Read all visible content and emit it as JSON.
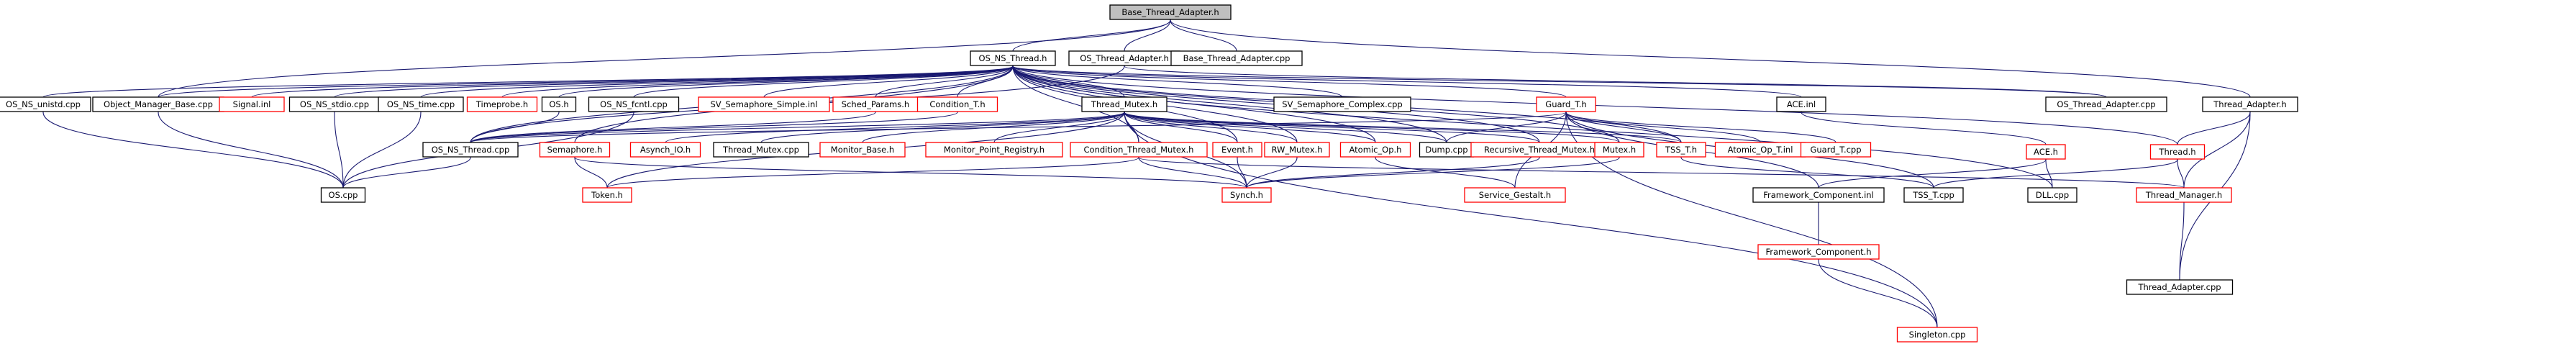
{
  "diagram": {
    "colors": {
      "documented": "#000000",
      "undocumented": "#ff0000",
      "root_fill": "#bfbfbf",
      "edge": "#191970"
    },
    "nodes": [
      {
        "id": "base_thread_adapter_h",
        "label": "Base_Thread_Adapter.h",
        "style": "root"
      },
      {
        "id": "os_ns_thread_h",
        "label": "OS_NS_Thread.h",
        "style": "documented"
      },
      {
        "id": "os_thread_adapter_h",
        "label": "OS_Thread_Adapter.h",
        "style": "documented"
      },
      {
        "id": "base_thread_adapter_cpp",
        "label": "Base_Thread_Adapter.cpp",
        "style": "documented"
      },
      {
        "id": "thread_adapter_h",
        "label": "Thread_Adapter.h",
        "style": "documented"
      },
      {
        "id": "os_ns_unistd_cpp",
        "label": "OS_NS_unistd.cpp",
        "style": "documented"
      },
      {
        "id": "object_manager_base_cpp",
        "label": "Object_Manager_Base.cpp",
        "style": "documented"
      },
      {
        "id": "signal_inl",
        "label": "Signal.inl",
        "style": "undocumented"
      },
      {
        "id": "os_ns_stdio_cpp",
        "label": "OS_NS_stdio.cpp",
        "style": "documented"
      },
      {
        "id": "os_ns_time_cpp",
        "label": "OS_NS_time.cpp",
        "style": "documented"
      },
      {
        "id": "timeprobe_h",
        "label": "Timeprobe.h",
        "style": "undocumented"
      },
      {
        "id": "os_h",
        "label": "OS.h",
        "style": "documented"
      },
      {
        "id": "os_ns_fcntl_cpp",
        "label": "OS_NS_fcntl.cpp",
        "style": "documented"
      },
      {
        "id": "sv_semaphore_simple_inl",
        "label": "SV_Semaphore_Simple.inl",
        "style": "undocumented"
      },
      {
        "id": "sched_params_h",
        "label": "Sched_Params.h",
        "style": "undocumented"
      },
      {
        "id": "condition_t_h",
        "label": "Condition_T.h",
        "style": "undocumented"
      },
      {
        "id": "thread_mutex_h",
        "label": "Thread_Mutex.h",
        "style": "documented"
      },
      {
        "id": "sv_semaphore_complex_cpp",
        "label": "SV_Semaphore_Complex.cpp",
        "style": "documented"
      },
      {
        "id": "guard_t_h",
        "label": "Guard_T.h",
        "style": "undocumented"
      },
      {
        "id": "ace_inl",
        "label": "ACE.inl",
        "style": "documented"
      },
      {
        "id": "os_thread_adapter_cpp",
        "label": "OS_Thread_Adapter.cpp",
        "style": "documented"
      },
      {
        "id": "os_ns_thread_cpp",
        "label": "OS_NS_Thread.cpp",
        "style": "documented"
      },
      {
        "id": "semaphore_h",
        "label": "Semaphore.h",
        "style": "undocumented"
      },
      {
        "id": "asynch_io_h",
        "label": "Asynch_IO.h",
        "style": "undocumented"
      },
      {
        "id": "thread_mutex_cpp",
        "label": "Thread_Mutex.cpp",
        "style": "documented"
      },
      {
        "id": "monitor_base_h",
        "label": "Monitor_Base.h",
        "style": "undocumented"
      },
      {
        "id": "monitor_point_registry_h",
        "label": "Monitor_Point_Registry.h",
        "style": "undocumented"
      },
      {
        "id": "condition_thread_mutex_h",
        "label": "Condition_Thread_Mutex.h",
        "style": "undocumented"
      },
      {
        "id": "event_h",
        "label": "Event.h",
        "style": "undocumented"
      },
      {
        "id": "rw_mutex_h",
        "label": "RW_Mutex.h",
        "style": "undocumented"
      },
      {
        "id": "atomic_op_h",
        "label": "Atomic_Op.h",
        "style": "undocumented"
      },
      {
        "id": "dump_cpp",
        "label": "Dump.cpp",
        "style": "documented"
      },
      {
        "id": "recursive_thread_mutex_h",
        "label": "Recursive_Thread_Mutex.h",
        "style": "undocumented"
      },
      {
        "id": "mutex_h",
        "label": "Mutex.h",
        "style": "undocumented"
      },
      {
        "id": "tss_t_h",
        "label": "TSS_T.h",
        "style": "undocumented"
      },
      {
        "id": "atomic_op_t_inl",
        "label": "Atomic_Op_T.inl",
        "style": "undocumented"
      },
      {
        "id": "guard_t_cpp",
        "label": "Guard_T.cpp",
        "style": "undocumented"
      },
      {
        "id": "ace_h",
        "label": "ACE.h",
        "style": "undocumented"
      },
      {
        "id": "thread_h",
        "label": "Thread.h",
        "style": "undocumented"
      },
      {
        "id": "os_cpp",
        "label": "OS.cpp",
        "style": "documented"
      },
      {
        "id": "token_h",
        "label": "Token.h",
        "style": "undocumented"
      },
      {
        "id": "synch_h",
        "label": "Synch.h",
        "style": "undocumented"
      },
      {
        "id": "service_gestalt_h",
        "label": "Service_Gestalt.h",
        "style": "undocumented"
      },
      {
        "id": "framework_component_inl",
        "label": "Framework_Component.inl",
        "style": "documented"
      },
      {
        "id": "tss_t_cpp",
        "label": "TSS_T.cpp",
        "style": "documented"
      },
      {
        "id": "dll_cpp",
        "label": "DLL.cpp",
        "style": "documented"
      },
      {
        "id": "thread_manager_h",
        "label": "Thread_Manager.h",
        "style": "undocumented"
      },
      {
        "id": "framework_component_h",
        "label": "Framework_Component.h",
        "style": "undocumented"
      },
      {
        "id": "thread_adapter_cpp",
        "label": "Thread_Adapter.cpp",
        "style": "documented"
      },
      {
        "id": "singleton_cpp",
        "label": "Singleton.cpp",
        "style": "undocumented"
      }
    ],
    "edges": [
      [
        "base_thread_adapter_h",
        "os_ns_thread_h"
      ],
      [
        "base_thread_adapter_h",
        "os_thread_adapter_h"
      ],
      [
        "base_thread_adapter_h",
        "base_thread_adapter_cpp"
      ],
      [
        "base_thread_adapter_h",
        "thread_adapter_h"
      ],
      [
        "base_thread_adapter_h",
        "object_manager_base_cpp"
      ],
      [
        "os_ns_thread_h",
        "os_ns_unistd_cpp"
      ],
      [
        "os_ns_thread_h",
        "object_manager_base_cpp"
      ],
      [
        "os_ns_thread_h",
        "signal_inl"
      ],
      [
        "os_ns_thread_h",
        "os_ns_stdio_cpp"
      ],
      [
        "os_ns_thread_h",
        "os_ns_time_cpp"
      ],
      [
        "os_ns_thread_h",
        "timeprobe_h"
      ],
      [
        "os_ns_thread_h",
        "os_h"
      ],
      [
        "os_ns_thread_h",
        "os_ns_fcntl_cpp"
      ],
      [
        "os_ns_thread_h",
        "sv_semaphore_simple_inl"
      ],
      [
        "os_ns_thread_h",
        "sched_params_h"
      ],
      [
        "os_ns_thread_h",
        "condition_t_h"
      ],
      [
        "os_ns_thread_h",
        "thread_mutex_h"
      ],
      [
        "os_ns_thread_h",
        "sv_semaphore_complex_cpp"
      ],
      [
        "os_ns_thread_h",
        "guard_t_h"
      ],
      [
        "os_ns_thread_h",
        "ace_inl"
      ],
      [
        "os_ns_thread_h",
        "os_thread_adapter_cpp"
      ],
      [
        "os_ns_thread_h",
        "os_ns_thread_cpp"
      ],
      [
        "os_ns_thread_h",
        "event_h"
      ],
      [
        "os_ns_thread_h",
        "rw_mutex_h"
      ],
      [
        "os_ns_thread_h",
        "atomic_op_h"
      ],
      [
        "os_ns_thread_h",
        "dump_cpp"
      ],
      [
        "os_ns_thread_h",
        "recursive_thread_mutex_h"
      ],
      [
        "os_ns_thread_h",
        "mutex_h"
      ],
      [
        "os_ns_thread_h",
        "thread_h"
      ],
      [
        "os_ns_thread_h",
        "dll_cpp"
      ],
      [
        "os_ns_thread_h",
        "tss_t_h"
      ],
      [
        "os_ns_thread_h",
        "condition_thread_mutex_h"
      ],
      [
        "os_ns_thread_h",
        "semaphore_h"
      ],
      [
        "os_thread_adapter_h",
        "os_ns_thread_cpp"
      ],
      [
        "os_thread_adapter_h",
        "os_thread_adapter_cpp"
      ],
      [
        "thread_adapter_h",
        "thread_h"
      ],
      [
        "thread_adapter_h",
        "thread_manager_h"
      ],
      [
        "thread_adapter_h",
        "thread_adapter_cpp"
      ],
      [
        "os_ns_unistd_cpp",
        "os_cpp"
      ],
      [
        "object_manager_base_cpp",
        "os_cpp"
      ],
      [
        "os_ns_stdio_cpp",
        "os_cpp"
      ],
      [
        "os_ns_time_cpp",
        "os_cpp"
      ],
      [
        "os_h",
        "os_ns_thread_cpp"
      ],
      [
        "os_ns_fcntl_cpp",
        "os_cpp"
      ],
      [
        "sched_params_h",
        "os_ns_thread_cpp"
      ],
      [
        "condition_t_h",
        "os_ns_thread_cpp"
      ],
      [
        "os_ns_thread_cpp",
        "os_cpp"
      ],
      [
        "thread_mutex_h",
        "os_ns_thread_cpp"
      ],
      [
        "thread_mutex_h",
        "asynch_io_h"
      ],
      [
        "thread_mutex_h",
        "thread_mutex_cpp"
      ],
      [
        "thread_mutex_h",
        "monitor_base_h"
      ],
      [
        "thread_mutex_h",
        "monitor_point_registry_h"
      ],
      [
        "thread_mutex_h",
        "condition_thread_mutex_h"
      ],
      [
        "thread_mutex_h",
        "event_h"
      ],
      [
        "thread_mutex_h",
        "rw_mutex_h"
      ],
      [
        "thread_mutex_h",
        "atomic_op_h"
      ],
      [
        "thread_mutex_h",
        "dump_cpp"
      ],
      [
        "thread_mutex_h",
        "recursive_thread_mutex_h"
      ],
      [
        "thread_mutex_h",
        "mutex_h"
      ],
      [
        "thread_mutex_h",
        "tss_t_h"
      ],
      [
        "thread_mutex_h",
        "synch_h"
      ],
      [
        "thread_mutex_h",
        "token_h"
      ],
      [
        "thread_mutex_h",
        "singleton_cpp"
      ],
      [
        "semaphore_h",
        "token_h"
      ],
      [
        "semaphore_h",
        "synch_h"
      ],
      [
        "condition_thread_mutex_h",
        "synch_h"
      ],
      [
        "condition_thread_mutex_h",
        "token_h"
      ],
      [
        "condition_thread_mutex_h",
        "thread_manager_h"
      ],
      [
        "event_h",
        "synch_h"
      ],
      [
        "rw_mutex_h",
        "synch_h"
      ],
      [
        "atomic_op_h",
        "service_gestalt_h"
      ],
      [
        "recursive_thread_mutex_h",
        "synch_h"
      ],
      [
        "mutex_h",
        "synch_h"
      ],
      [
        "guard_t_h",
        "os_ns_thread_cpp"
      ],
      [
        "guard_t_h",
        "dump_cpp"
      ],
      [
        "guard_t_h",
        "tss_t_h"
      ],
      [
        "guard_t_h",
        "atomic_op_t_inl"
      ],
      [
        "guard_t_h",
        "guard_t_cpp"
      ],
      [
        "guard_t_h",
        "tss_t_cpp"
      ],
      [
        "guard_t_h",
        "framework_component_inl"
      ],
      [
        "guard_t_h",
        "service_gestalt_h"
      ],
      [
        "guard_t_h",
        "singleton_cpp"
      ],
      [
        "tss_t_h",
        "tss_t_cpp"
      ],
      [
        "ace_inl",
        "ace_h"
      ],
      [
        "ace_h",
        "dll_cpp"
      ],
      [
        "ace_h",
        "framework_component_inl"
      ],
      [
        "thread_h",
        "thread_manager_h"
      ],
      [
        "thread_h",
        "tss_t_cpp"
      ],
      [
        "thread_manager_h",
        "thread_adapter_cpp"
      ],
      [
        "framework_component_inl",
        "framework_component_h"
      ],
      [
        "framework_component_h",
        "singleton_cpp"
      ]
    ]
  }
}
